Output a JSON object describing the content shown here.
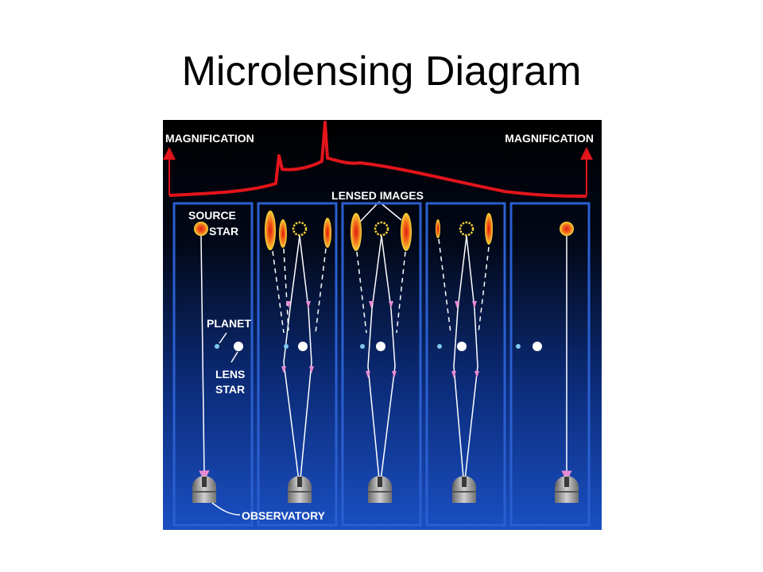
{
  "slide": {
    "title": "Microlensing Diagram"
  },
  "diagram": {
    "labels": {
      "magnification_left": "MAGNIFICATION",
      "magnification_right": "MAGNIFICATION",
      "lensed_images": "LENSED IMAGES",
      "source": "SOURCE",
      "star_source": "STAR",
      "planet": "PLANET",
      "lens": "LENS",
      "star_lens": "STAR",
      "observatory": "OBSERVATORY"
    },
    "panel_count": 5,
    "colors": {
      "background_top": "#000000",
      "background_bottom": "#1747b8",
      "curve": "#e3141b",
      "panel_border": "#2a5fd0",
      "ray": "#ffffff",
      "arrow": "#e88ad4",
      "planet": "#7ec8ee",
      "lens_star": "#ffffff",
      "source_core": "#e3261a",
      "source_glow": "#f7d23a"
    }
  }
}
